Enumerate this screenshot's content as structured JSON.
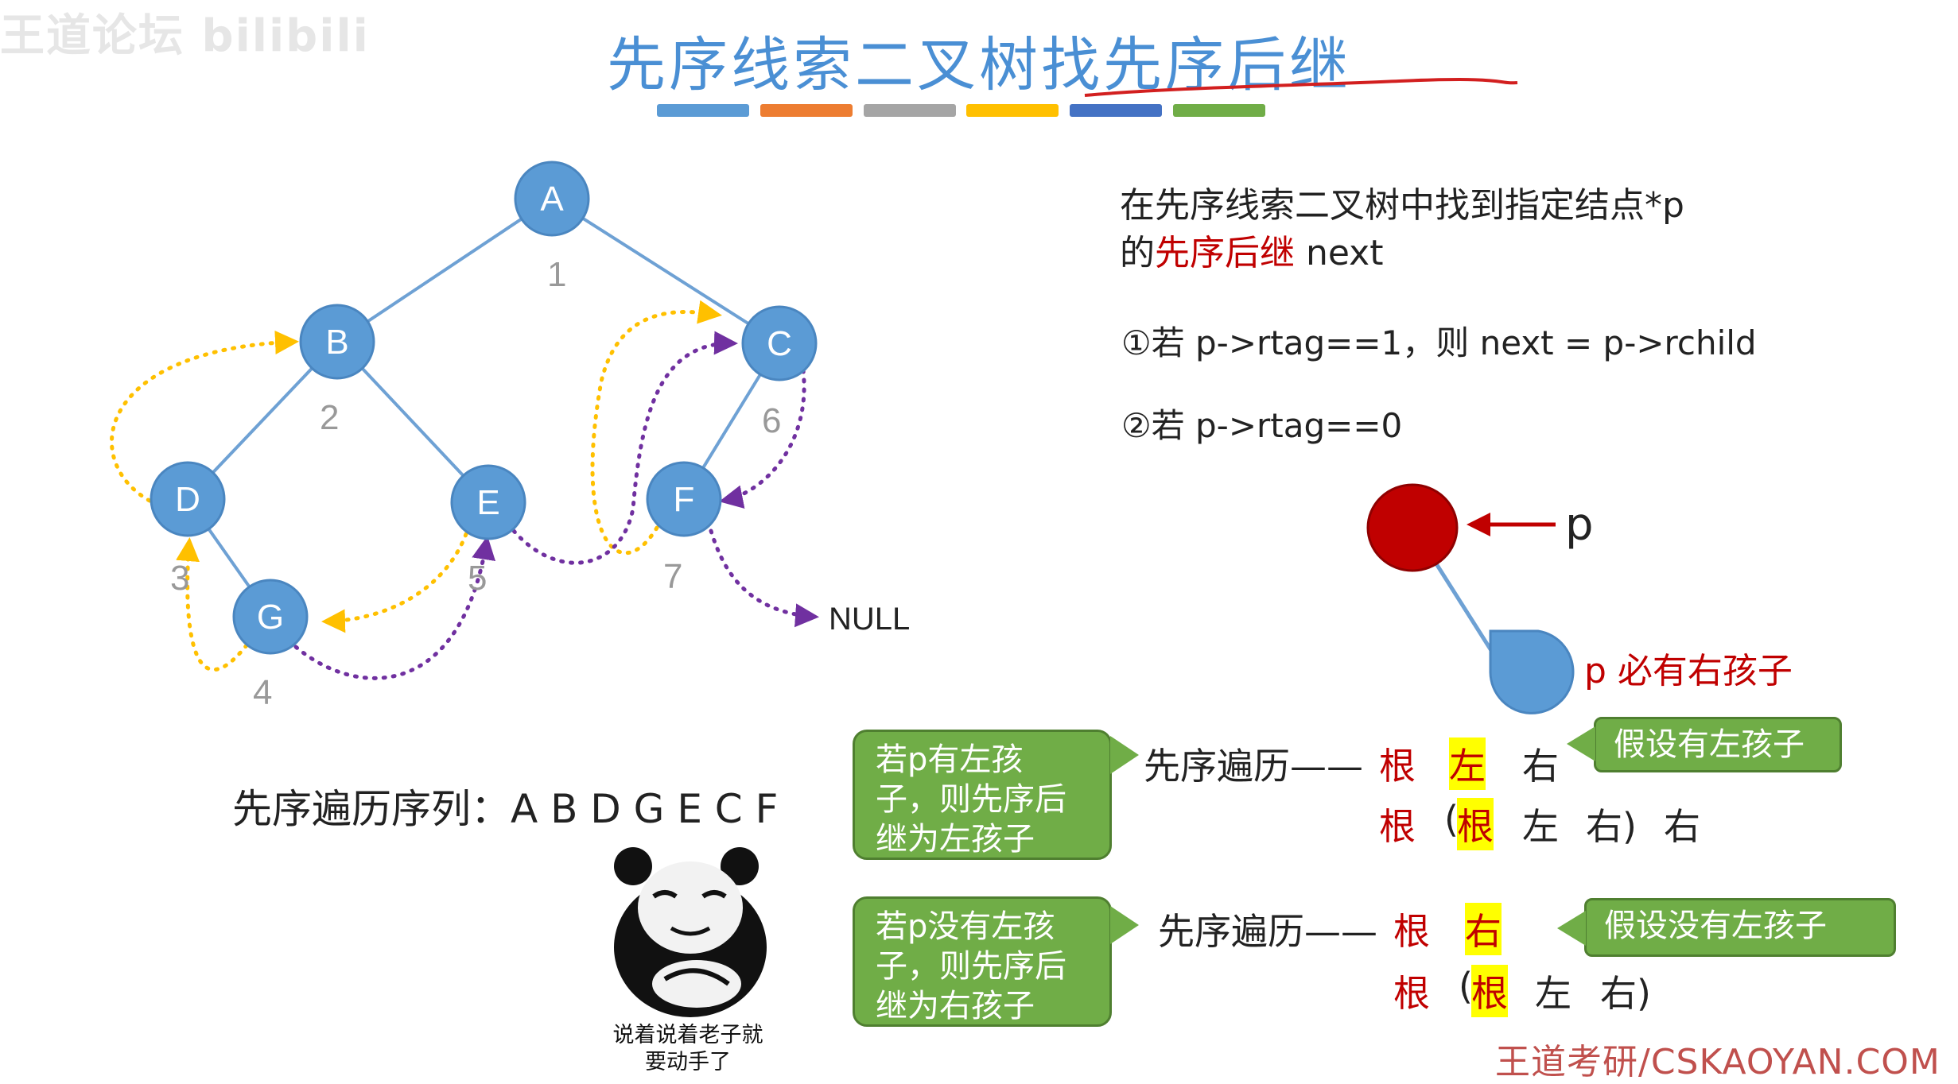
{
  "watermark": "王道论坛 bilibili",
  "title": "先序线索二叉树找先序后继",
  "colorbar": [
    "#5b9bd5",
    "#ed7d31",
    "#a5a5a5",
    "#ffc000",
    "#4472c4",
    "#70ad47"
  ],
  "tree": {
    "nodes": [
      "A",
      "B",
      "C",
      "D",
      "E",
      "F",
      "G"
    ],
    "order_numbers": [
      "1",
      "2",
      "3",
      "4",
      "5",
      "6",
      "7"
    ],
    "null_label": "NULL"
  },
  "intro": {
    "line1": "在先序线索二叉树中找到指定结点*p",
    "line2_prefix": "的",
    "line2_red": "先序后继",
    "line2_suffix": " next"
  },
  "rules": {
    "rule1": "①若 p->rtag==1，则 next = p->rchild",
    "rule2": "②若 p->rtag==0"
  },
  "p_diagram": {
    "p_label": "p",
    "right_child_label": "p 必有右孩子"
  },
  "preorder_sequence": "先序遍历序列：A B D G E C F",
  "bubbles": {
    "has_left": [
      "若p有左孩",
      "子，则先序后",
      "继为左孩子"
    ],
    "no_left": [
      "若p没有左孩",
      "子，则先序后",
      "继为右孩子"
    ]
  },
  "traversal": {
    "label": "先序遍历——",
    "row1": [
      "根",
      "左",
      "右"
    ],
    "row2": [
      "根",
      "(",
      "根",
      "左",
      "右)",
      "右"
    ],
    "row3": [
      "根",
      "右"
    ],
    "row4": [
      "根",
      "(",
      "根",
      "左",
      "右)"
    ]
  },
  "assumptions": {
    "has_left": "假设有左孩子",
    "no_left": "假设没有左孩子"
  },
  "meme_caption": [
    "说着说着老子就",
    "要动手了"
  ],
  "footer": "王道考研/CSKAOYAN.COM"
}
